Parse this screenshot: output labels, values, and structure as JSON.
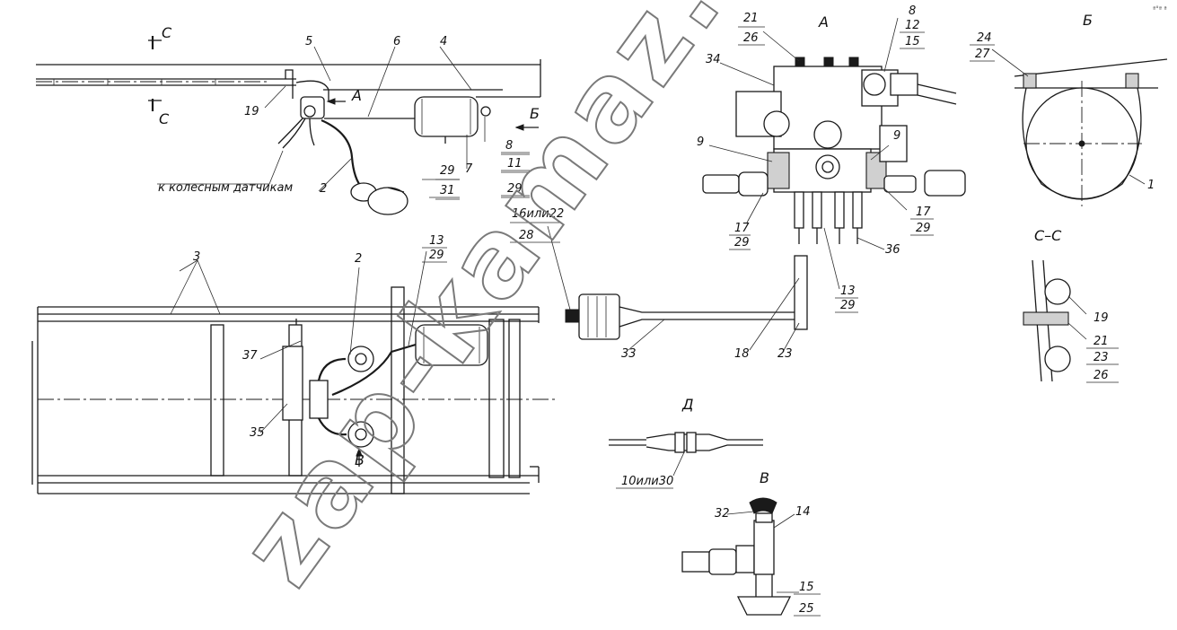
{
  "labels": {
    "section_c": "С",
    "view_a": "А",
    "view_b": "Б",
    "view_v": "В",
    "view_d": "Д",
    "section_cc": "С–С",
    "wheel_sensors": "к колесным датчикам",
    "corner_mark": "ª°ª ª"
  },
  "callouts": {
    "c2": "2",
    "c3": "3",
    "c4": "4",
    "c5": "5",
    "c6": "6",
    "c7": "7",
    "c8": "8",
    "c11": "11",
    "c29": "29",
    "c31": "31",
    "c19": "19",
    "c13": "13",
    "c37": "37",
    "c35": "35",
    "c21": "21",
    "c26": "26",
    "c12": "12",
    "c15": "15",
    "c34": "34",
    "c9": "9",
    "c17": "17",
    "c36": "36",
    "c33": "33",
    "c18": "18",
    "c23": "23",
    "c28": "28",
    "c16or22": "16или22",
    "c10or30": "10или30",
    "c24": "24",
    "c27": "27",
    "c1": "1",
    "c14": "14",
    "c25": "25",
    "c32": "32"
  },
  "watermark": "zap-kamaz.ru"
}
